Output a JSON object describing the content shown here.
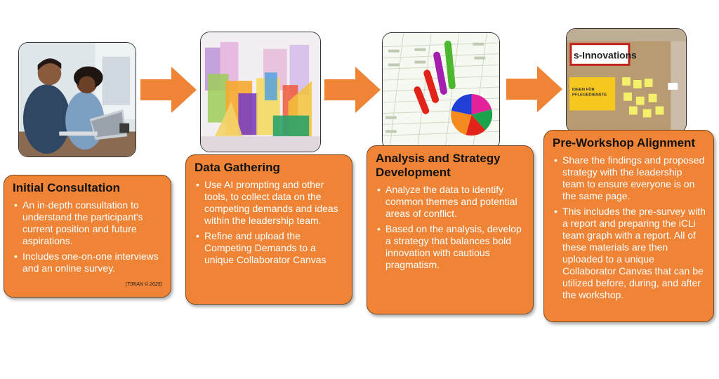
{
  "steps": [
    {
      "title": "Initial Consultation",
      "bullets": [
        "An in-depth consultation to understand the participant's current position and future aspirations.",
        "Includes one-on-one interviews and an online survey."
      ],
      "footnote": "(TIRIAN © 2025)"
    },
    {
      "title": "Data Gathering",
      "bullets": [
        "Use AI prompting and other tools, to collect data on the competing demands and ideas within the leadership team.",
        "Refine and upload the Competing Demands to a unique Collaborator Canvas"
      ]
    },
    {
      "title": "Analysis and Strategy Development",
      "bullets": [
        "Analyze the data to identify common themes and potential areas of conflict.",
        "Based on the analysis, develop a strategy that balances bold innovation with cautious pragmatism."
      ]
    },
    {
      "title": "Pre-Workshop Alignment",
      "bullets": [
        "Share the  findings and proposed strategy with the leadership team to ensure everyone is on the same page.",
        "This includes the pre-survey with a report and preparing the iCLi team graph with a report. All of these materials are then uploaded to a unique Collaborator Canvas that can be utilized before, during, and after the workshop."
      ]
    }
  ],
  "photos": {
    "board_sign": "s-Innovations",
    "board_note": "IDEEN FÜR PFLEGEDIENSTE"
  },
  "colors": {
    "card": "#ef8436",
    "arrow": "#ef8436",
    "title": "#111111"
  }
}
